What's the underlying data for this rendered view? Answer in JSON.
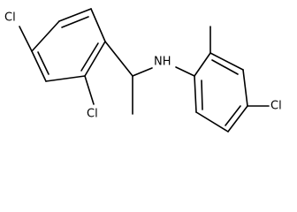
{
  "molecule": {
    "atom_labels": {
      "cl_top_left": "Cl",
      "cl_ortho": "Cl",
      "nh": "NH",
      "cl_right": "Cl"
    },
    "colors": {
      "bond": "#000000",
      "text": "#000000",
      "background": "#ffffff"
    }
  }
}
